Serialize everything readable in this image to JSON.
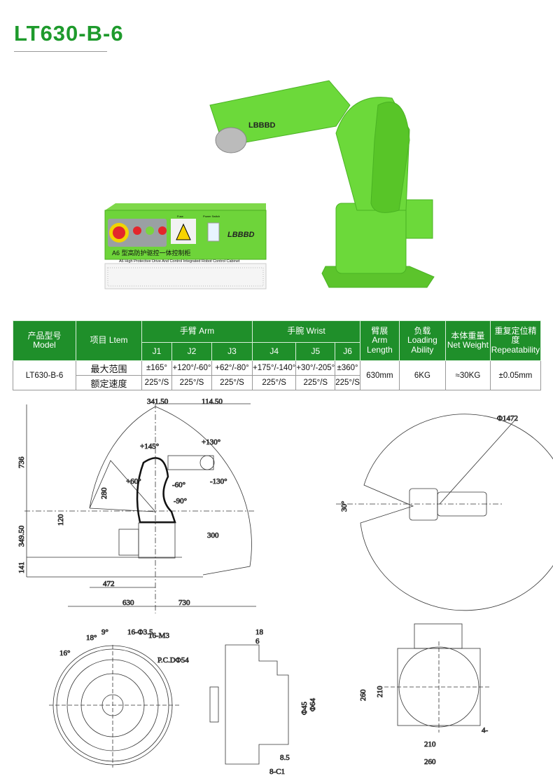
{
  "title": "LT630-B-6",
  "photo": {
    "logo": "LBBBD",
    "cabinet_cn": "A6 型高防护驱控一体控制柜",
    "cabinet_en": "A6 High Protective Drive And Control Integrated Robot Control Cabinet",
    "fuse": "Fuse",
    "power_switch": "Power Switch"
  },
  "table": {
    "h_model": "产品型号",
    "h_model_en": "Model",
    "h_item": "项目 Ltem",
    "h_arm": "手臂 Arm",
    "h_wrist": "手腕 Wrist",
    "joints": [
      "J1",
      "J2",
      "J3",
      "J4",
      "J5",
      "J6"
    ],
    "h_len": "臂展",
    "h_len_en": "Arm Length",
    "h_load": "负载",
    "h_load_en": "Loading Ability",
    "h_weight": "本体重量",
    "h_weight_en": "Net Weight",
    "h_rep": "重复定位精度",
    "h_rep_en": "Repeatability",
    "model": "LT630-B-6",
    "row1_label": "最大范围",
    "row2_label": "额定速度",
    "range": [
      "±165°",
      "+120°/-60°",
      "+62°/-80°",
      "+175°/-140°",
      "+30°/-205°",
      "±360°"
    ],
    "speed": [
      "225°/S",
      "225°/S",
      "225°/S",
      "225°/S",
      "225°/S",
      "225°/S"
    ],
    "arm_length": "630mm",
    "load": "6KG",
    "weight": "≈30KG",
    "repeat": "±0.05mm"
  },
  "drawing": {
    "d1": "341.50",
    "d2": "114.50",
    "d3": "736",
    "d4": "280",
    "d5": "120",
    "d6": "349.50",
    "d7": "141",
    "d8": "300",
    "d9": "472",
    "d10": "630",
    "d11": "730",
    "a1": "+145°",
    "a2": "+130°",
    "a3": "-130°",
    "a4": "+60°",
    "a5": "-60°",
    "a6": "-90°",
    "top_dia": "Φ1472",
    "top_angle": "30°",
    "f1": "16°",
    "f2": "18°",
    "f3": "9°",
    "f4": "16-Φ3.5",
    "f5": "16-M3",
    "f6": "P.C.DΦ54",
    "s1": "18",
    "s2": "6",
    "s3": "Φ45",
    "s4": "Φ64",
    "s5": "8.5",
    "s6": "8-C1",
    "b1": "260",
    "b2": "210",
    "b3": "210",
    "b4": "260",
    "b5": "4-"
  }
}
